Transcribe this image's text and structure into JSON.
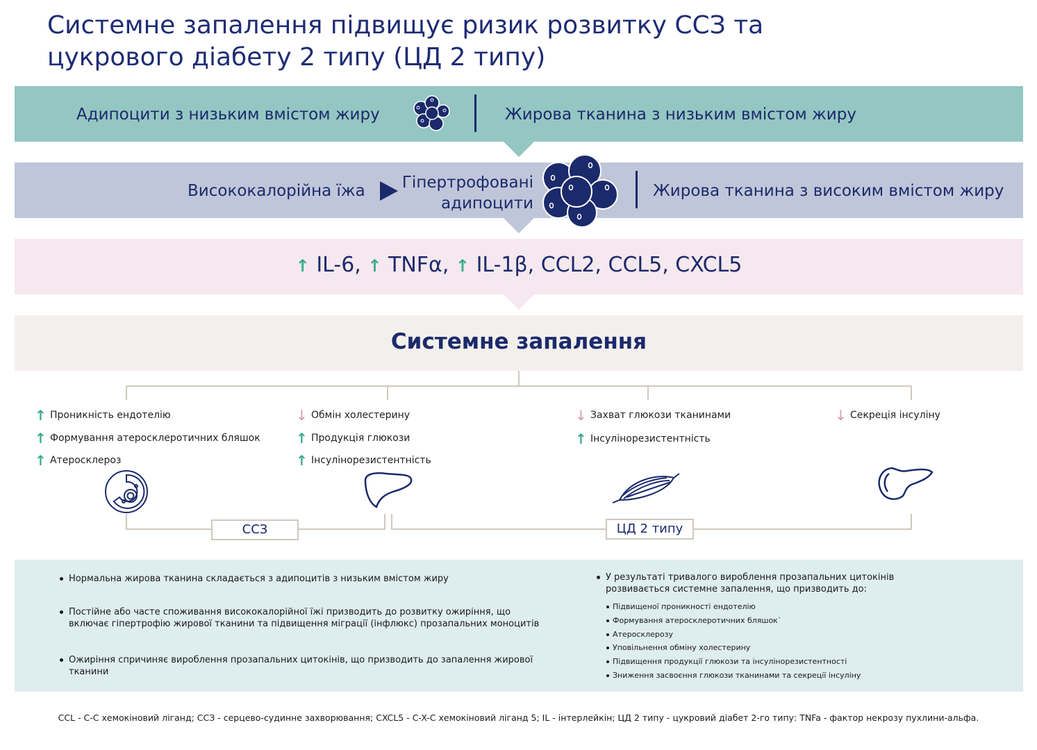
{
  "title_line1": "Системне запалення підвищує ризик розвитку ССЗ та",
  "title_line2": "цукрового діабету 2 типу (ЦД 2 типу)",
  "row1": {
    "left": "Адипоцити з низьким вмістом жиру",
    "right": "Жирова тканина з низьким вмістом жиру"
  },
  "row2": {
    "left": "Висококалорійна їжа",
    "middle_line1": "Гіпертрофовані",
    "middle_line2": "адипоцити",
    "right": "Жирова тканина з високим вмістом жиру"
  },
  "row3": {
    "items": [
      "IL-6,",
      "TNFα,",
      "IL-1β, CCL2, CCL5, CXCL5"
    ]
  },
  "row4": {
    "label": "Системне запалення"
  },
  "effects": {
    "col1": [
      "Проникність ендотелію",
      "Формування атеросклеротичних бляшок",
      "Атеросклероз"
    ],
    "col2": [
      "Обмін холестерину",
      "Продукція глюкози",
      "Інсулінорезистентність"
    ],
    "col3": [
      "Захват глюкози тканинами",
      "Інсулінорезистентність"
    ],
    "col4": [
      "Секреція інсуліну"
    ]
  },
  "outcomes": {
    "cvd": "ССЗ",
    "t2d": "ЦД 2 типу"
  },
  "info_left": [
    "Нормальна жирова тканина складається з адипоцитів з низьким вмістом жиру",
    "Постійне або часте споживання висококалорійної їжі призводить до розвитку ожиріння, що",
    "включає гіпертрофію жирової тканини та підвищення міграції (інфлюкс) прозапальних моноцитів",
    "Ожиріння спричиняє вироблення прозапальних цитокінів, що призводить до запалення жирової",
    "тканини"
  ],
  "info_right": {
    "intro_line1": "У результаті тривалого вироблення прозапальних цитокінів",
    "intro_line2": "розвивається системне запалення, що призводить до:",
    "items": [
      "Підвищеної проникності ендотелію",
      "Формування атеросклеротичних бляшок`",
      "Атеросклерозу",
      "Уповільнення обміну холестерину",
      "Підвищення продукції глюкози та інсулінорезистентності",
      "Зниження засвоєння глюкози тканинами та секреції інсуліну"
    ]
  },
  "footer": "CCL - C-C хемокіновий ліганд; ССЗ - серцево-судинне захворювання; CXCL5 -  C-X-C хемокіновий ліганд 5; IL -  інтерлейкін; ЦД 2 типу - цукровий діабет 2-го типу: TNFa - фактор некрозу пухлини-альфа.",
  "colors": {
    "band1": "#94c6c2",
    "band2": "#c0c6d9",
    "band3": "#f5e8ee",
    "band4": "#f3efec",
    "navy": "#1b2a6b",
    "up_arrow": "#3aaa8e",
    "down_arrow": "#d49ab4",
    "info_bg": "#deedee"
  }
}
